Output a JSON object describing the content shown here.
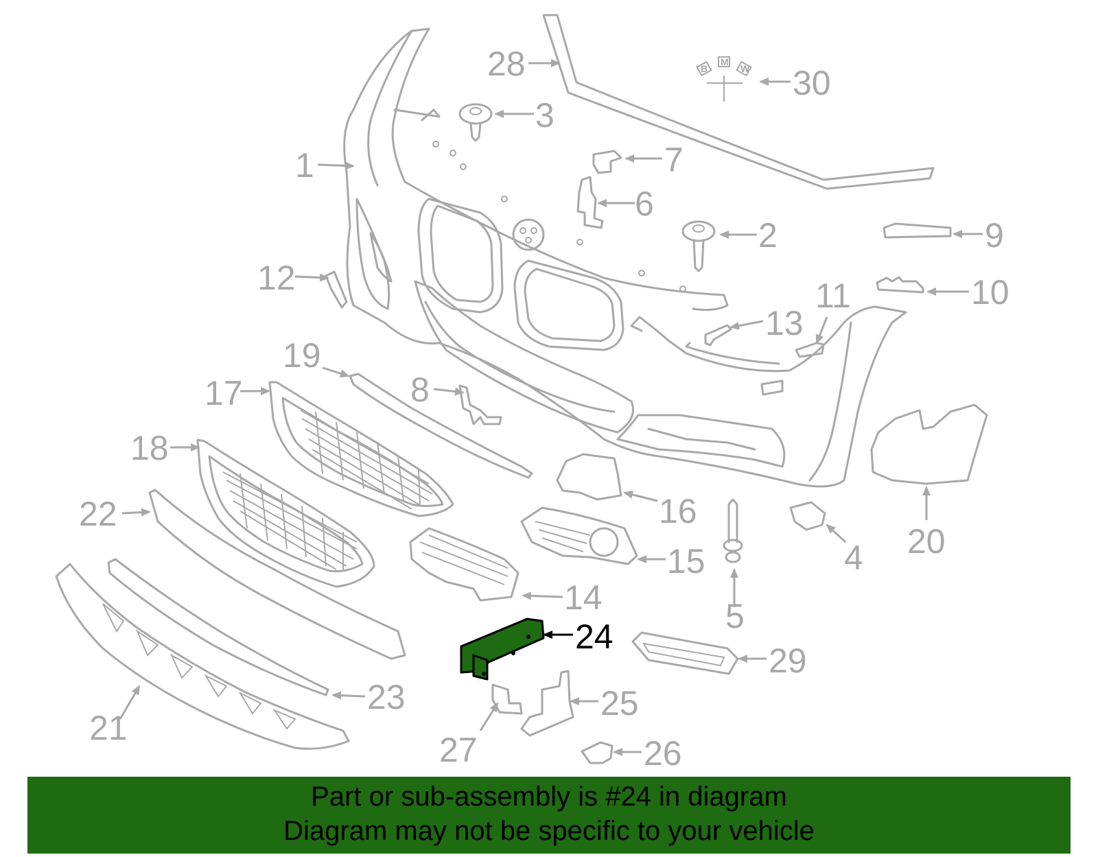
{
  "callouts": [
    {
      "id": "1",
      "text": "1"
    },
    {
      "id": "2",
      "text": "2"
    },
    {
      "id": "3",
      "text": "3"
    },
    {
      "id": "4",
      "text": "4"
    },
    {
      "id": "5",
      "text": "5"
    },
    {
      "id": "6",
      "text": "6"
    },
    {
      "id": "7",
      "text": "7"
    },
    {
      "id": "8",
      "text": "8"
    },
    {
      "id": "9",
      "text": "9"
    },
    {
      "id": "10",
      "text": "10"
    },
    {
      "id": "11",
      "text": "11"
    },
    {
      "id": "12",
      "text": "12"
    },
    {
      "id": "13",
      "text": "13"
    },
    {
      "id": "14",
      "text": "14"
    },
    {
      "id": "15",
      "text": "15"
    },
    {
      "id": "16",
      "text": "16"
    },
    {
      "id": "17",
      "text": "17"
    },
    {
      "id": "18",
      "text": "18"
    },
    {
      "id": "19",
      "text": "19"
    },
    {
      "id": "20",
      "text": "20"
    },
    {
      "id": "21",
      "text": "21"
    },
    {
      "id": "22",
      "text": "22"
    },
    {
      "id": "23",
      "text": "23"
    },
    {
      "id": "24",
      "text": "24"
    },
    {
      "id": "25",
      "text": "25"
    },
    {
      "id": "26",
      "text": "26"
    },
    {
      "id": "27",
      "text": "27"
    },
    {
      "id": "28",
      "text": "28"
    },
    {
      "id": "29",
      "text": "29"
    },
    {
      "id": "30",
      "text": "30"
    }
  ],
  "highlighted_part": "24",
  "emblem_letters": [
    "B",
    "M",
    "W"
  ],
  "banner": {
    "line1": "Part or sub-assembly is #24 in diagram",
    "line2": "Diagram may not be specific to your vehicle"
  },
  "colors": {
    "highlight": "#1e6b12",
    "outline": "#a8a8a8",
    "banner_bg": "#1e6b12"
  }
}
